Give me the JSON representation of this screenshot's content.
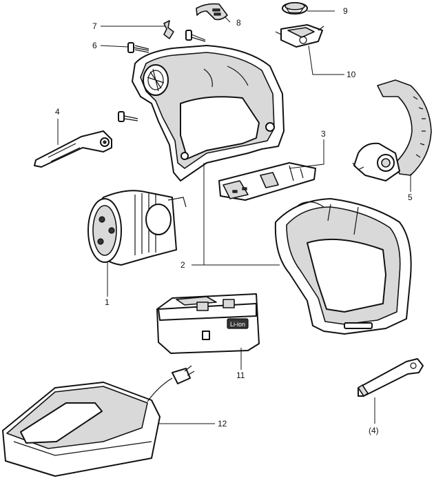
{
  "labels": {
    "p1": "1",
    "p2": "2",
    "p3": "3",
    "p4": "4",
    "p5": "5",
    "p6": "6",
    "p7": "7",
    "p8": "8",
    "p9": "9",
    "p10": "10",
    "p11": "11",
    "p12": "12",
    "p4b": "(4)"
  },
  "battery_badge": "Li-ion"
}
